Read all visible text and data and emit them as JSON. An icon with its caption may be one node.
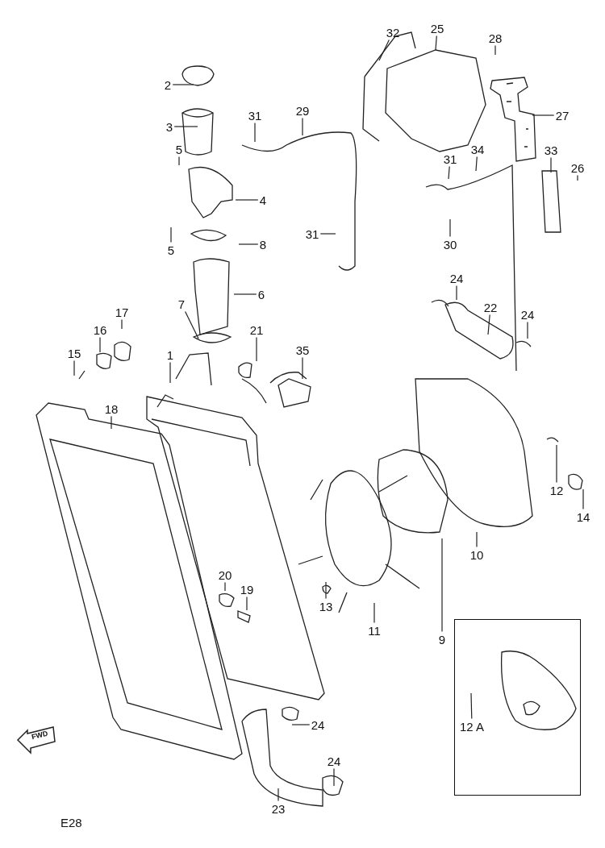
{
  "diagram": {
    "nodes": [
      {
        "text": [
          "32"
        ]
      },
      {
        "text": [
          "25"
        ]
      },
      {
        "text": [
          "28"
        ]
      },
      {
        "text": [
          "2"
        ]
      },
      {
        "text": [
          "27"
        ]
      },
      {
        "text": [
          "3"
        ]
      },
      {
        "text": [
          "31"
        ]
      },
      {
        "text": [
          "29"
        ]
      },
      {
        "text": [
          "5"
        ]
      },
      {
        "text": [
          "34"
        ]
      },
      {
        "text": [
          "33"
        ]
      },
      {
        "text": [
          "26"
        ]
      },
      {
        "text": [
          "31"
        ]
      },
      {
        "text": [
          "4"
        ]
      },
      {
        "text": [
          "31"
        ]
      },
      {
        "text": [
          "5"
        ]
      },
      {
        "text": [
          "8"
        ]
      },
      {
        "text": [
          "30"
        ]
      },
      {
        "text": [
          "6"
        ]
      },
      {
        "text": [
          "24"
        ]
      },
      {
        "text": [
          "7"
        ]
      },
      {
        "text": [
          "17"
        ]
      },
      {
        "text": [
          "22"
        ]
      },
      {
        "text": [
          "24"
        ]
      },
      {
        "text": [
          "21"
        ]
      },
      {
        "text": [
          "16"
        ]
      },
      {
        "text": [
          "35"
        ]
      },
      {
        "text": [
          "15"
        ]
      },
      {
        "text": [
          "1"
        ]
      },
      {
        "text": [
          "18"
        ]
      },
      {
        "text": [
          "12"
        ]
      },
      {
        "text": [
          "14"
        ]
      },
      {
        "text": [
          "10"
        ]
      },
      {
        "text": [
          "20"
        ]
      },
      {
        "text": [
          "19"
        ]
      },
      {
        "text": [
          "13"
        ]
      },
      {
        "text": [
          "11"
        ]
      },
      {
        "text": [
          "9"
        ]
      },
      {
        "text": [],
        "shape": "box"
      },
      {
        "text": [
          "12 A"
        ],
        "in": 38
      },
      {
        "text": [
          "24"
        ]
      },
      {
        "text": [
          "24"
        ]
      },
      {
        "text": [
          "23"
        ]
      }
    ],
    "edges": [
      {
        "from": 0,
        "to": null,
        "arrow": "none"
      },
      {
        "from": 1,
        "to": null,
        "arrow": "none"
      },
      {
        "from": 2,
        "to": null,
        "arrow": "none"
      },
      {
        "from": 3,
        "to": null,
        "arrow": "none"
      },
      {
        "from": 4,
        "to": null,
        "arrow": "none"
      },
      {
        "from": 5,
        "to": null,
        "arrow": "none"
      },
      {
        "from": 6,
        "to": null,
        "arrow": "none"
      },
      {
        "from": 7,
        "to": null,
        "arrow": "none"
      },
      {
        "from": 8,
        "to": null,
        "arrow": "none"
      },
      {
        "from": 9,
        "to": null,
        "arrow": "none"
      },
      {
        "from": 10,
        "to": null,
        "arrow": "none"
      },
      {
        "from": 11,
        "to": null,
        "arrow": "none"
      },
      {
        "from": 12,
        "to": null,
        "arrow": "none"
      },
      {
        "from": 13,
        "to": null,
        "arrow": "none"
      },
      {
        "from": 14,
        "to": null,
        "arrow": "none"
      },
      {
        "from": 15,
        "to": null,
        "arrow": "none"
      },
      {
        "from": 16,
        "to": null,
        "arrow": "none"
      },
      {
        "from": 17,
        "to": null,
        "arrow": "none"
      },
      {
        "from": 18,
        "to": null,
        "arrow": "none"
      },
      {
        "from": 19,
        "to": null,
        "arrow": "none"
      },
      {
        "from": 20,
        "to": null,
        "arrow": "none"
      },
      {
        "from": 21,
        "to": null,
        "arrow": "none"
      },
      {
        "from": 22,
        "to": null,
        "arrow": "none"
      },
      {
        "from": 23,
        "to": null,
        "arrow": "none"
      },
      {
        "from": 24,
        "to": null,
        "arrow": "none"
      },
      {
        "from": 25,
        "to": null,
        "arrow": "none"
      },
      {
        "from": 26,
        "to": null,
        "arrow": "none"
      },
      {
        "from": 27,
        "to": null,
        "arrow": "none"
      },
      {
        "from": 28,
        "to": null,
        "arrow": "none"
      },
      {
        "from": 29,
        "to": null,
        "arrow": "none"
      },
      {
        "from": 30,
        "to": null,
        "arrow": "none"
      },
      {
        "from": 31,
        "to": null,
        "arrow": "none"
      },
      {
        "from": 32,
        "to": null,
        "arrow": "none"
      },
      {
        "from": 33,
        "to": null,
        "arrow": "none"
      },
      {
        "from": 34,
        "to": null,
        "arrow": "none"
      },
      {
        "from": 35,
        "to": null,
        "arrow": "none"
      },
      {
        "from": 36,
        "to": null,
        "arrow": "none"
      },
      {
        "from": 37,
        "to": null,
        "arrow": "none"
      },
      {
        "from": 39,
        "to": null,
        "arrow": "none"
      },
      {
        "from": 40,
        "to": null,
        "arrow": "none"
      },
      {
        "from": 41,
        "to": null,
        "arrow": "none"
      },
      {
        "from": 42,
        "to": null,
        "arrow": "none"
      }
    ],
    "labels": [
      "FWD",
      "E28"
    ]
  }
}
